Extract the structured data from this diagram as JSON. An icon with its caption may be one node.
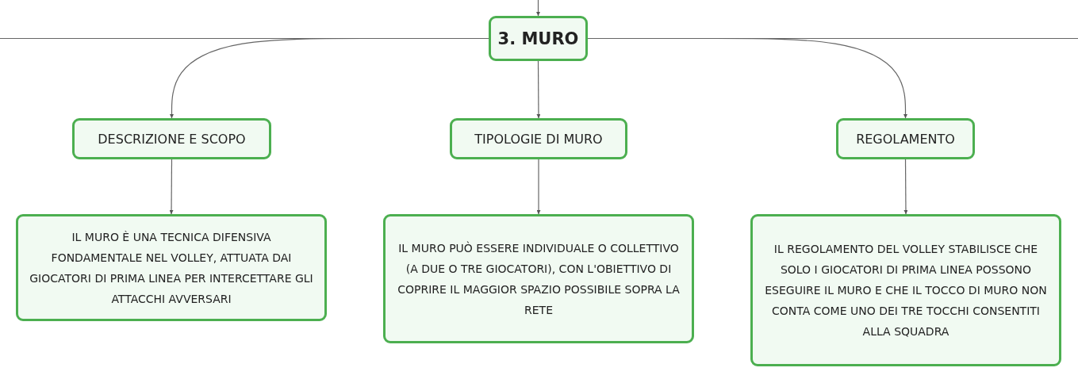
{
  "diagram": {
    "nodes": [
      {
        "text": [
          "3. MURO"
        ]
      },
      {
        "text": [
          "DESCRIZIONE E SCOPO"
        ]
      },
      {
        "text": [
          "TIPOLOGIE DI MURO"
        ]
      },
      {
        "text": [
          "REGOLAMENTO"
        ]
      },
      {
        "text": [
          "IL MURO È UNA TECNICA DIFENSIVA FONDAMENTALE NEL VOLLEY, ATTUATA DAI GIOCATORI DI PRIMA LINEA PER INTERCETTARE GLI ATTACCHI AVVERSARI"
        ]
      },
      {
        "text": [
          "IL MURO PUÒ ESSERE INDIVIDUALE O COLLETTIVO (A DUE O TRE GIOCATORI), CON L'OBIETTIVO DI COPRIRE IL MAGGIOR SPAZIO POSSIBILE SOPRA LA RETE"
        ]
      },
      {
        "text": [
          "IL REGOLAMENTO DEL VOLLEY STABILISCE CHE SOLO I GIOCATORI DI PRIMA LINEA POSSONO ESEGUIRE IL MURO E CHE IL TOCCO DI MURO NON CONTA COME UNO DEI TRE TOCCHI CONSENTITI ALLA SQUADRA"
        ]
      }
    ],
    "edges": [
      {
        "from": null,
        "to": 0,
        "arrow": "to"
      },
      {
        "from": 0,
        "to": null,
        "arrow": "none"
      },
      {
        "from": 0,
        "to": null,
        "arrow": "none"
      },
      {
        "from": 0,
        "to": 1,
        "arrow": "to"
      },
      {
        "from": 0,
        "to": 2,
        "arrow": "to"
      },
      {
        "from": 0,
        "to": 3,
        "arrow": "to"
      },
      {
        "from": 1,
        "to": 4,
        "arrow": "to"
      },
      {
        "from": 2,
        "to": 5,
        "arrow": "to"
      },
      {
        "from": 3,
        "to": 6,
        "arrow": "to"
      }
    ]
  }
}
